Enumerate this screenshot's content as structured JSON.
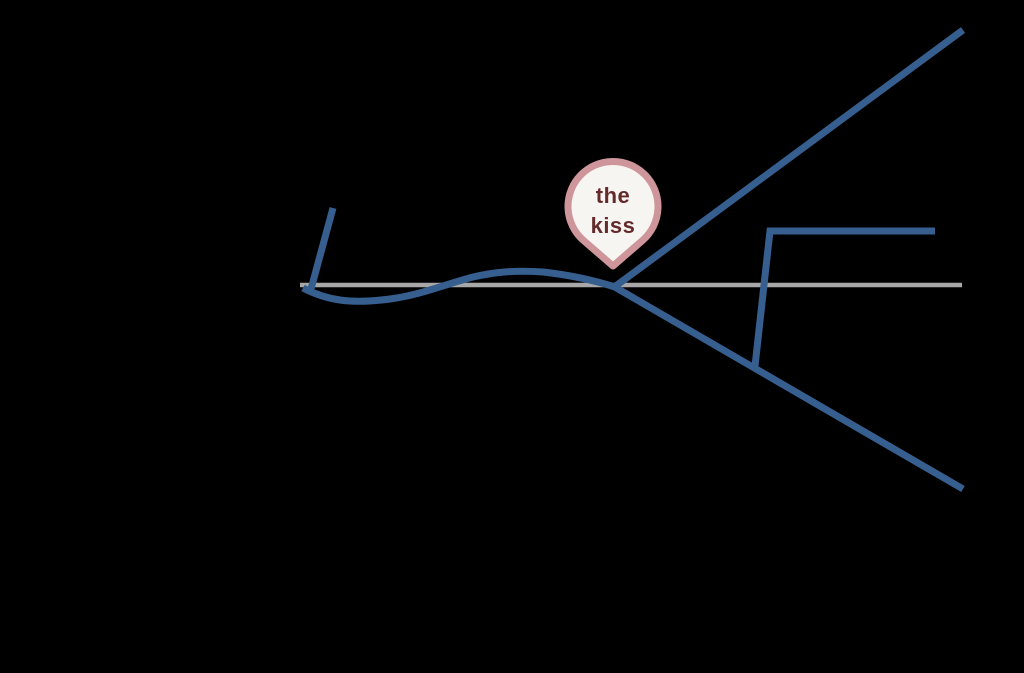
{
  "pin": {
    "label_line1": "the",
    "label_line2": "kiss"
  },
  "colors": {
    "background": "#000000",
    "road_blue": "#365f8f",
    "baseline_gray": "#a7a7a7",
    "pin_border": "#ce969b",
    "pin_fill": "#f7f5f2",
    "pin_text": "#632b2b"
  },
  "diagram": {
    "kind": "schematic-map",
    "elements": [
      "gray-baseline",
      "wavy-road",
      "left-branch-road",
      "upper-diagonal-road",
      "lower-diagonal-road",
      "f-shaped-side-road",
      "location-pin"
    ],
    "pin_marks": "junction of wavy road and diagonal roads"
  }
}
